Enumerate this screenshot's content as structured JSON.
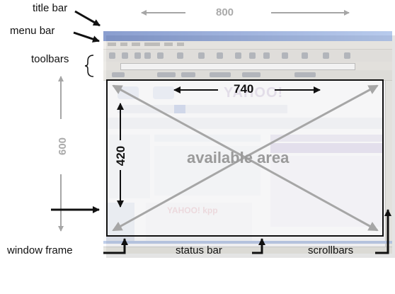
{
  "labels": {
    "title_bar": "title bar",
    "menu_bar": "menu bar",
    "toolbars": "toolbars",
    "window_frame": "window frame",
    "status_bar": "status bar",
    "scrollbars": "scrollbars",
    "available_area": "available area"
  },
  "dimensions": {
    "screen_width": "800",
    "screen_height": "600",
    "available_width": "740",
    "available_height": "420"
  },
  "browser": {
    "logo_text": "YAHOO!",
    "secondary_logo_text": "YAHOO! kpp"
  },
  "colors": {
    "label_text": "#111111",
    "dimension_gray": "#aaaaaa",
    "arrow_gray": "#a6a6a6",
    "pointer_black": "#111111",
    "area_border": "#111111"
  }
}
